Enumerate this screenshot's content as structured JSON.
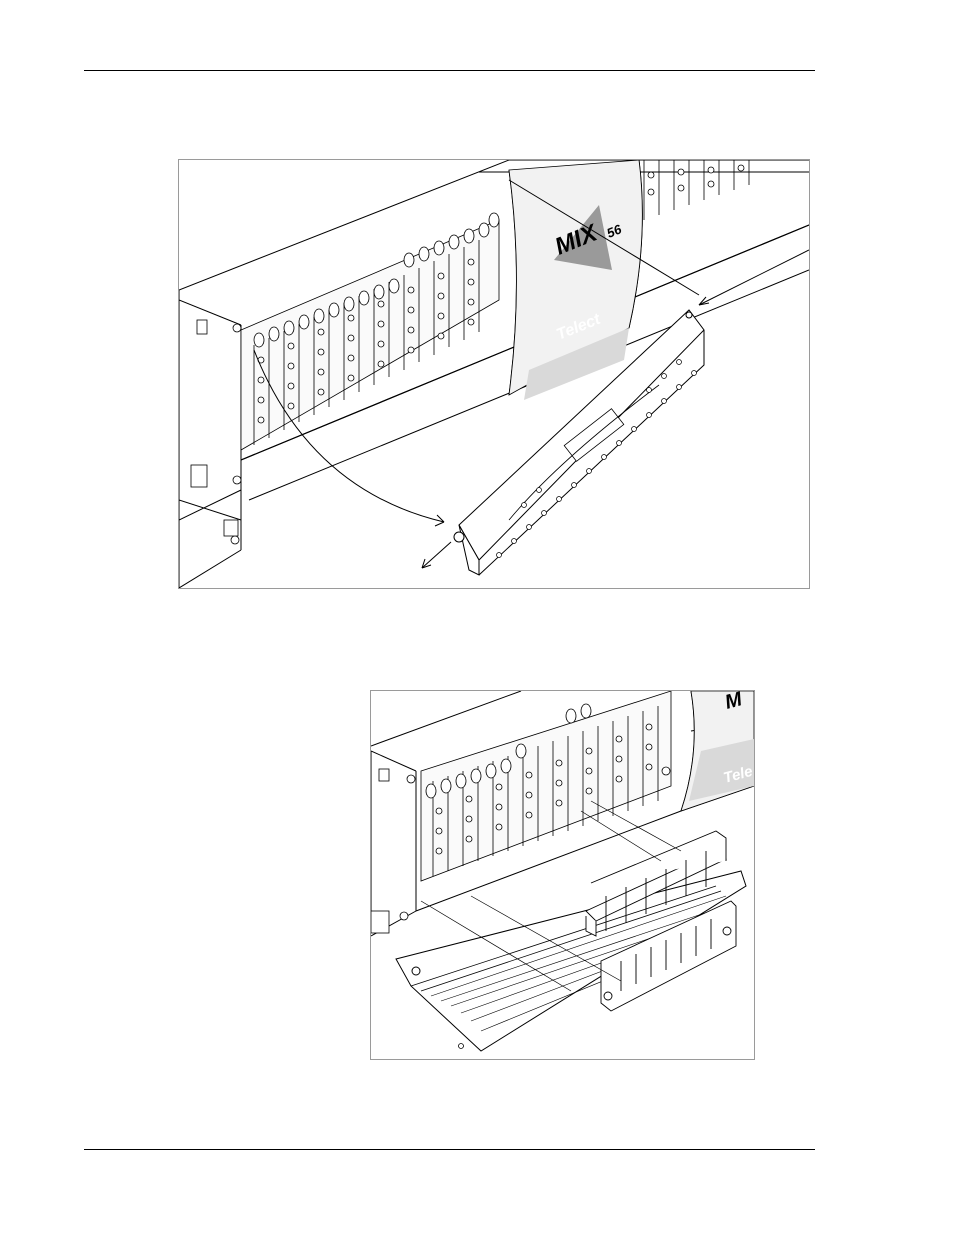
{
  "figures": [
    {
      "id": "fig1",
      "logo_main": "MIX",
      "logo_sub": "56",
      "brand": "Telect"
    },
    {
      "id": "fig2",
      "logo_main": "M",
      "brand": "Tele"
    }
  ],
  "colors": {
    "line": "#000000",
    "panel_shade": "#d9d9d9",
    "logo_shade": "#9a9a9a",
    "brand_text": "#ffffff",
    "frame": "#9a9a9a"
  }
}
